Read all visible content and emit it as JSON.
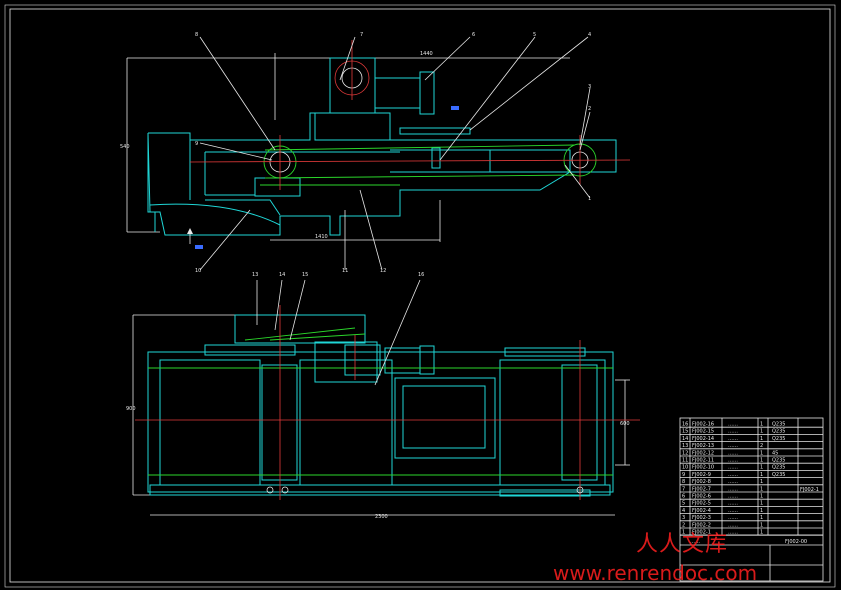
{
  "drawing": {
    "top_view_part_numbers": [
      "8",
      "7",
      "6",
      "5",
      "4",
      "3",
      "2",
      "1",
      "9",
      "10",
      "11",
      "12"
    ],
    "plan_view_part_numbers": [
      "13",
      "14",
      "15",
      "16"
    ],
    "dimension_top_width": "1440",
    "dimension_top_height": "540",
    "dimension_top_bottom": "1410",
    "dimension_plan_width": "2300",
    "dimension_plan_height": "900",
    "dimension_plan_side": "600"
  },
  "title_block": {
    "rows": [
      {
        "no": "16",
        "code": "FJ002-16",
        "name": "……",
        "qty": "1",
        "material": "Q235"
      },
      {
        "no": "15",
        "code": "FJ002-15",
        "name": "……",
        "qty": "1",
        "material": "Q235"
      },
      {
        "no": "14",
        "code": "FJ002-14",
        "name": "……",
        "qty": "1",
        "material": "Q235"
      },
      {
        "no": "13",
        "code": "FJ002-13",
        "name": "……",
        "qty": "2",
        "material": ""
      },
      {
        "no": "12",
        "code": "FJ002-12",
        "name": "……",
        "qty": "1",
        "material": "45"
      },
      {
        "no": "11",
        "code": "FJ002-11",
        "name": "……",
        "qty": "1",
        "material": "Q235"
      },
      {
        "no": "10",
        "code": "FJ002-10",
        "name": "……",
        "qty": "1",
        "material": "Q235"
      },
      {
        "no": "9",
        "code": "FJ002-9",
        "name": "……",
        "qty": "1",
        "material": "Q235"
      },
      {
        "no": "8",
        "code": "FJ002-8",
        "name": "……",
        "qty": "1",
        "material": ""
      },
      {
        "no": "7",
        "code": "FJ002-7",
        "name": "……",
        "qty": "1",
        "material": ""
      },
      {
        "no": "6",
        "code": "FJ002-6",
        "name": "……",
        "qty": "1",
        "material": ""
      },
      {
        "no": "5",
        "code": "FJ002-5",
        "name": "……",
        "qty": "1",
        "material": ""
      },
      {
        "no": "4",
        "code": "FJ002-4",
        "name": "……",
        "qty": "1",
        "material": ""
      },
      {
        "no": "3",
        "code": "FJ002-3",
        "name": "……",
        "qty": "1",
        "material": ""
      },
      {
        "no": "2",
        "code": "FJ002-2",
        "name": "……",
        "qty": "1",
        "material": ""
      },
      {
        "no": "1",
        "code": "FJ002-1",
        "name": "……",
        "qty": "1",
        "material": ""
      }
    ],
    "drawing_number": "FJ002-00",
    "title": "……",
    "code_label": "FJ002-1"
  },
  "watermark": {
    "line1": "人人文库",
    "line2": "www.renrendoc.com"
  }
}
